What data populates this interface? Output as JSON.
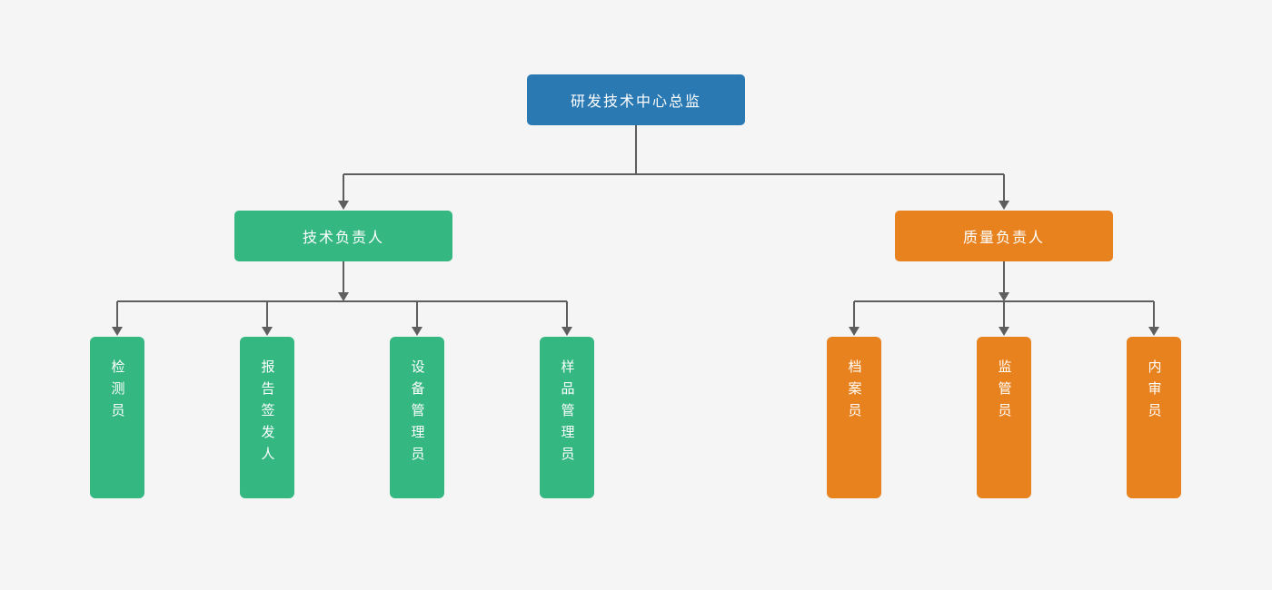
{
  "canvas": {
    "background": "#f5f5f6",
    "line_color": "#5e5e5e"
  },
  "org_chart": {
    "type": "org-chart",
    "root": {
      "label": "研发技术中心总监",
      "color": "#2a79b3",
      "text_color": "#ffffff"
    },
    "branches": [
      {
        "label": "技术负责人",
        "color": "#35b782",
        "text_color": "#ffffff",
        "children": [
          {
            "label": "检测员"
          },
          {
            "label": "报告签发人"
          },
          {
            "label": "设备管理员"
          },
          {
            "label": "样品管理员"
          }
        ]
      },
      {
        "label": "质量负责人",
        "color": "#e8821f",
        "text_color": "#ffffff",
        "children": [
          {
            "label": "档案员"
          },
          {
            "label": "监管员"
          },
          {
            "label": "内审员"
          }
        ]
      }
    ]
  }
}
